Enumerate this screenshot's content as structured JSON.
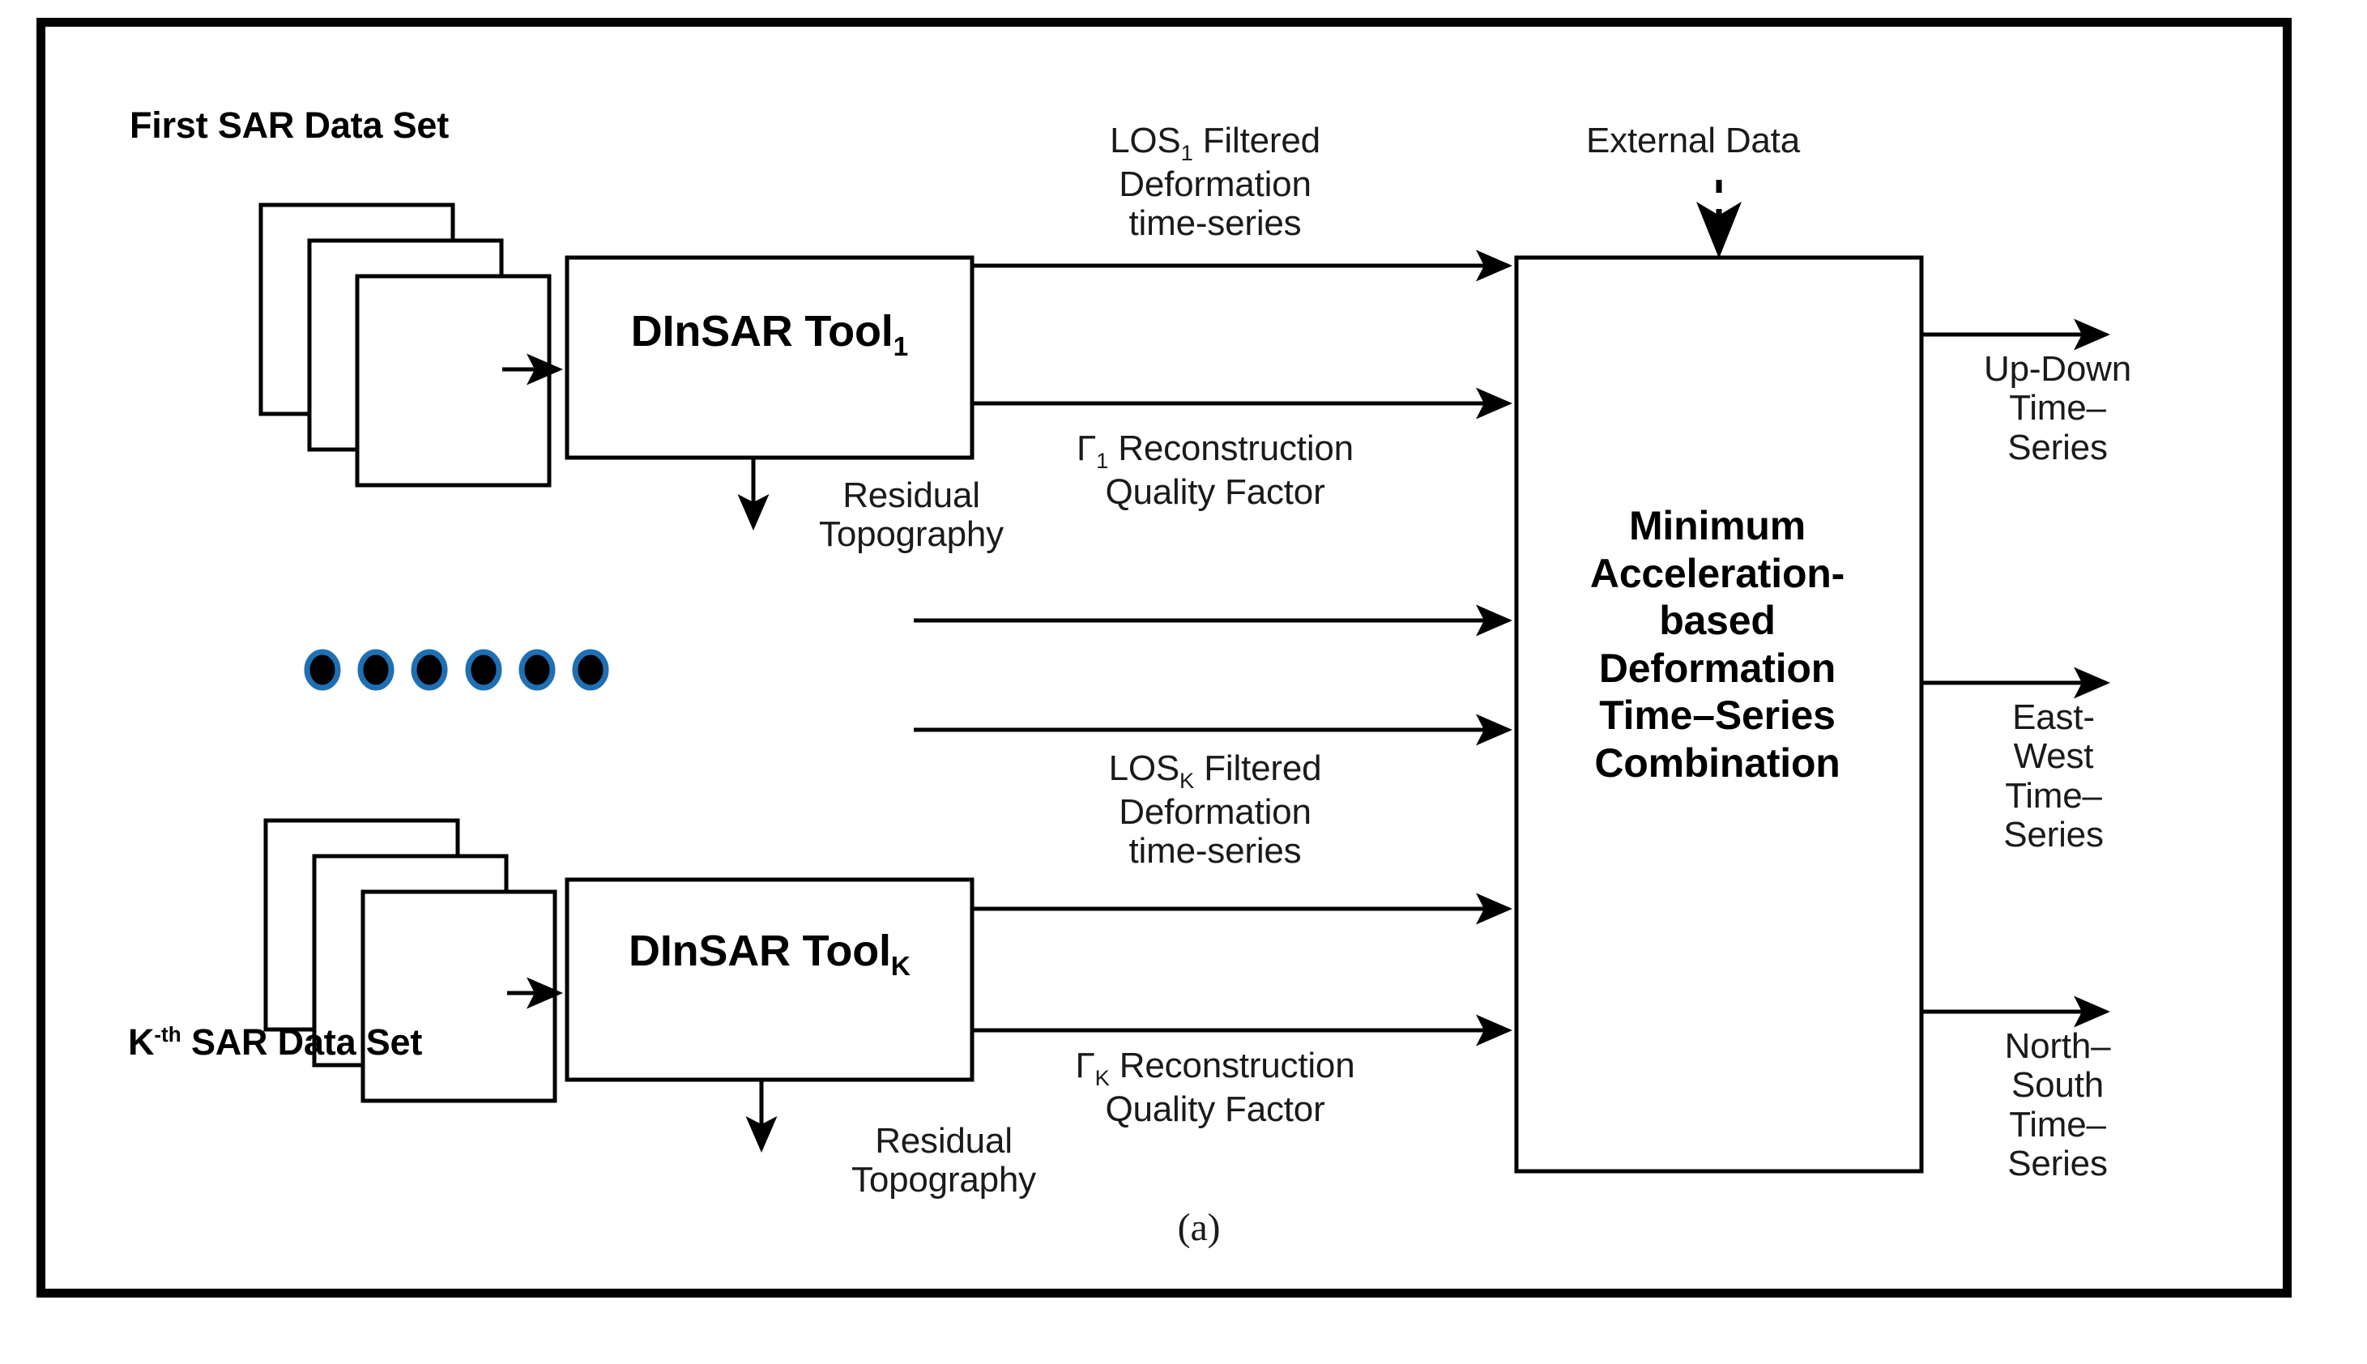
{
  "figure": {
    "caption": "(a)",
    "frame_color": "#000000",
    "background_color": "#ffffff",
    "text_color": "#1a1a1a",
    "dot_color": "#000000",
    "dot_halo_color": "#1f6fb4"
  },
  "inputs": {
    "first_dataset_label": "First SAR Data Set",
    "kth_dataset_prefix": "K",
    "kth_dataset_superscript": "-th",
    "kth_dataset_suffix": " SAR Data Set",
    "stack_count": 3,
    "ellipsis_dot_count": 6
  },
  "tools": [
    {
      "name_base": "DInSAR Tool",
      "subscript": "1",
      "outputs": {
        "los_line1_prefix": "LOS",
        "los_line1_subscript": "1",
        "los_line1_suffix": " Filtered",
        "los_line2": "Deformation",
        "los_line3": "time-series",
        "gamma_symbol": "Γ",
        "gamma_subscript": "1",
        "gamma_line1_suffix": " Reconstruction",
        "gamma_line2": "Quality Factor",
        "residual_line1": "Residual",
        "residual_line2": "Topography"
      }
    },
    {
      "name_base": "DInSAR Tool",
      "subscript": "K",
      "outputs": {
        "los_line1_prefix": "LOS",
        "los_line1_subscript": "K",
        "los_line1_suffix": " Filtered",
        "los_line2": "Deformation",
        "los_line3": "time-series",
        "gamma_symbol": "Γ",
        "gamma_subscript": "K",
        "gamma_line1_suffix": " Reconstruction",
        "gamma_line2": "Quality Factor",
        "residual_line1": "Residual",
        "residual_line2": "Topography"
      }
    }
  ],
  "combiner": {
    "external_data_label": "External  Data",
    "title_line1": "Minimum",
    "title_line2": "Acceleration-",
    "title_line3": "based",
    "title_line4": "Deformation",
    "title_line5": "Time–Series",
    "title_line6": "Combination"
  },
  "outputs": [
    {
      "line1": "Up-Down",
      "line2": "Time–",
      "line3": "Series"
    },
    {
      "line1": "East-",
      "line2": "West",
      "line3": "Time–",
      "line4": "Series"
    },
    {
      "line1": "North–",
      "line2": "South",
      "line3": "Time–",
      "line4": "Series"
    }
  ]
}
